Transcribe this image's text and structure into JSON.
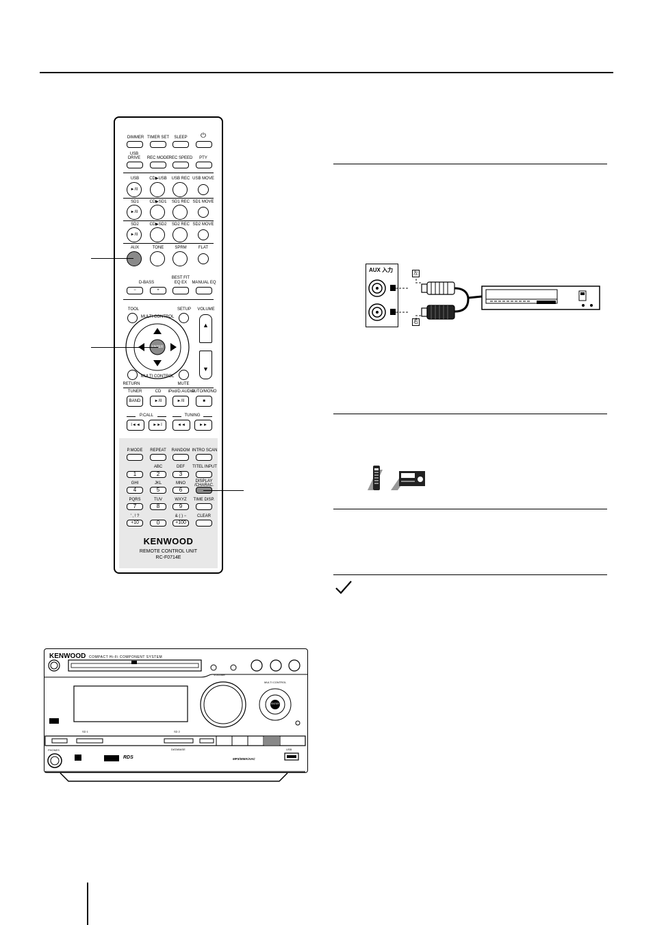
{
  "remote": {
    "row1": [
      "DIMMER",
      "TIMER SET",
      "SLEEP",
      "⏻"
    ],
    "row2": [
      "USB DRIVE",
      "REC MODE",
      "REC SPEED",
      "PTY"
    ],
    "row3": [
      "USB",
      "CD▶USB",
      "USB REC",
      "USB MOVE"
    ],
    "row4": [
      "SD1",
      "CD▶SD1",
      "SD1 REC",
      "SD1 MOVE"
    ],
    "row5": [
      "SD2",
      "CD▶SD2",
      "SD2 REC",
      "SD2 MOVE"
    ],
    "row6": [
      "AUX",
      "TONE",
      "SPRM",
      "FLAT"
    ],
    "dbass": "D-BASS",
    "bestfit": "BEST FIT EQ EX",
    "manual_eq": "MANUAL EQ",
    "minus": "−",
    "plus": "+",
    "tool": "TOOL",
    "setup": "SETUP",
    "volume": "VOLUME",
    "multi_control": "MULTI CONTROL",
    "enter": "ENTER",
    "return_label": "RETURN",
    "mute": "MUTE",
    "tuner": "TUNER",
    "cd": "CD",
    "ipod": "iPod/D.AUDIO",
    "automono": "AUTO/MONO",
    "band": "BAND",
    "play_pause": "►/II",
    "stop": "■",
    "pcall": "P.CALL",
    "tuning": "TUNING",
    "prev": "I◄◄",
    "next": "►►I",
    "rew": "◄◄",
    "ffw": "►►",
    "pmode": "P.MODE",
    "repeat": "REPEAT",
    "random": "RANDOM",
    "introscan": "INTRO SCAN",
    "keys": [
      {
        "top": "",
        "num": "1"
      },
      {
        "top": "ABC",
        "num": "2"
      },
      {
        "top": "DEF",
        "num": "3"
      },
      {
        "top": "",
        "num": "TITEL INPUT"
      },
      {
        "top": "GHI",
        "num": "4"
      },
      {
        "top": "JKL",
        "num": "5"
      },
      {
        "top": "MNO",
        "num": "6"
      },
      {
        "top": "DISPLAY /CHARAC.",
        "num": ""
      },
      {
        "top": "PQRS",
        "num": "7"
      },
      {
        "top": "TUV",
        "num": "8"
      },
      {
        "top": "WXYZ",
        "num": "9"
      },
      {
        "top": "",
        "num": "TIME DISP."
      },
      {
        "top": "' , ! ?",
        "num": "+10"
      },
      {
        "top": "",
        "num": "0"
      },
      {
        "top": "& ( ) −",
        "num": "+100"
      },
      {
        "top": "",
        "num": "CLEAR"
      }
    ],
    "brand": "KENWOOD",
    "unit_line1": "REMOTE CONTROL UNIT",
    "unit_line2": "RC-F0714E"
  },
  "connection": {
    "aux_label": "AUX 入力",
    "l_mark": "左",
    "r_mark": "右"
  },
  "main_unit": {
    "brand": "KENWOOD",
    "subtitle": "COMPACT Hi-Fi COMPONENT SYSTEM",
    "volume": "VOLUME",
    "multi_control": "MULTI CONTROL",
    "enter": "ENTER",
    "sd1": "SD 1",
    "sd2": "SD 2",
    "database": "DATABASE",
    "rds": "RDS",
    "formats": "MP3/WMA/AAC",
    "usb": "USB",
    "phones": "PHONES"
  }
}
